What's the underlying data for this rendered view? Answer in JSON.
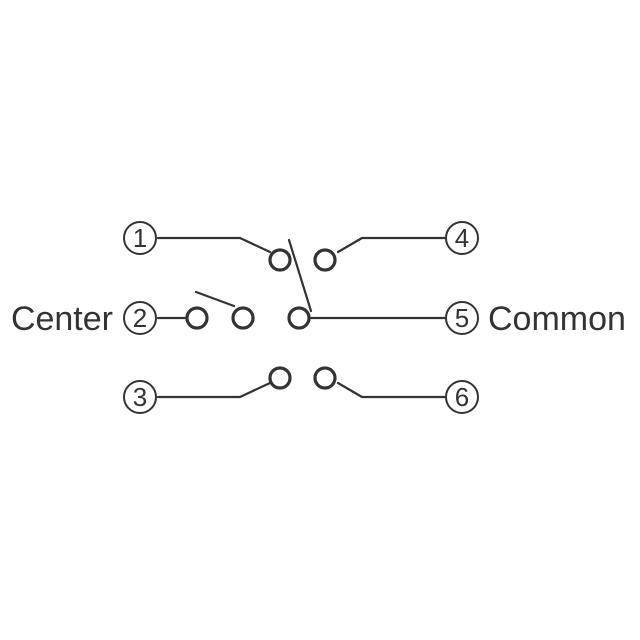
{
  "diagram": {
    "labels": {
      "center": "Center",
      "common": "Common"
    },
    "pins": {
      "p1": "1",
      "p2": "2",
      "p3": "3",
      "p4": "4",
      "p5": "5",
      "p6": "6"
    },
    "line_color": "#333333",
    "background": "#ffffff"
  }
}
